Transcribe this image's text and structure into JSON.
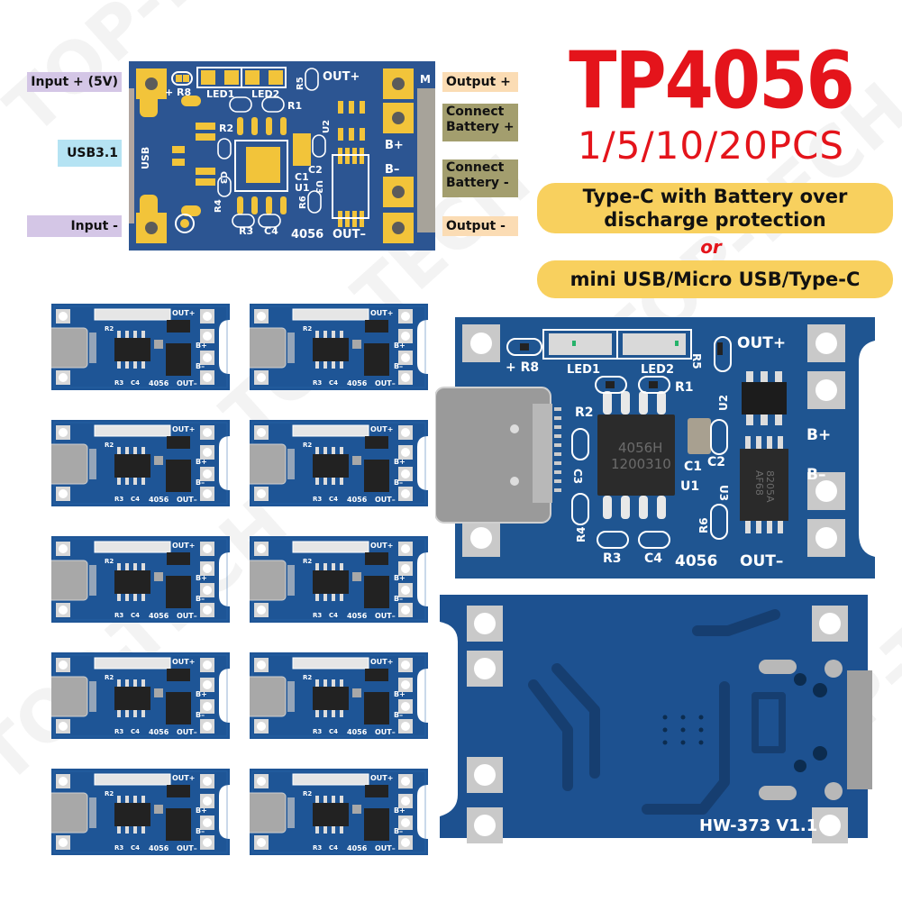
{
  "watermark": {
    "text": "TOP-TECH",
    "color": "#c8c8c8"
  },
  "header": {
    "product_title": "TP4056",
    "quantity_options": "1/5/10/20PCS",
    "feature_pill_1": "Type-C with Battery over discharge protection",
    "feature_pill_1_line1": "Type-C with Battery over",
    "feature_pill_1_line2": "discharge protection",
    "or_text": "or",
    "feature_pill_2": "mini USB/Micro USB/Type-C",
    "title_color": "#e4141b",
    "pill_color": "#f8d05e"
  },
  "pinout_diagram": {
    "left_labels": [
      {
        "text": "Input + (5V)",
        "color": "#d4c6e6"
      },
      {
        "text": "USB3.1",
        "color": "#b5e3f3"
      },
      {
        "text": "Input -",
        "color": "#d4c6e6"
      }
    ],
    "right_labels": [
      {
        "text": "Output +",
        "color": "#fbdcb4"
      },
      {
        "line1": "Connect",
        "line2": "Battery +",
        "color": "#a39e6e"
      },
      {
        "line1": "Connect",
        "line2": "Battery -",
        "color": "#a39e6e"
      },
      {
        "text": "Output -",
        "color": "#fbdcb4"
      }
    ],
    "board_silkscreen": {
      "plus_r8": "+ R8",
      "led1": "LED1",
      "led2": "LED2",
      "r5": "R5",
      "out_plus": "OUT+",
      "m": "M",
      "r1": "R1",
      "r2": "R2",
      "usb": "USB",
      "c3": "C3",
      "c1": "C1",
      "c2": "C2",
      "u1": "U1",
      "u2": "U2",
      "u3": "U3",
      "r4": "R4",
      "r6": "R6",
      "r3": "R3",
      "c4": "C4",
      "model": "4056",
      "b_plus": "B+",
      "b_minus": "B–",
      "out_minus": "OUT–"
    },
    "pcb_color": "#2c5592",
    "pad_color": "#f2c43a"
  },
  "product_photo_top": {
    "silkscreen": {
      "plus_r8": "+ R8",
      "led1": "LED1",
      "led2": "LED2",
      "r5": "R5",
      "out_plus": "OUT+",
      "r1": "R1",
      "r2": "R2",
      "c3": "C3",
      "c1": "C1",
      "c2": "C2",
      "u1": "U1",
      "u2": "U2",
      "u3": "U3",
      "r4": "R4",
      "r6": "R6",
      "r3": "R3",
      "c4": "C4",
      "model": "4056",
      "b_plus": "B+",
      "b_minus": "B–",
      "out_minus": "OUT–",
      "chip_u1_line1": "4056H",
      "chip_u1_line2": "1200310",
      "chip_u3_line1": "8205A",
      "chip_u3_line2": "AF68"
    },
    "pcb_color": "#1f5591"
  },
  "product_photo_bottom": {
    "board_version": "HW-373 V1.1",
    "pcb_color": "#1d5190"
  },
  "board_grid": {
    "count": 10,
    "columns": 2,
    "rows": 5
  }
}
